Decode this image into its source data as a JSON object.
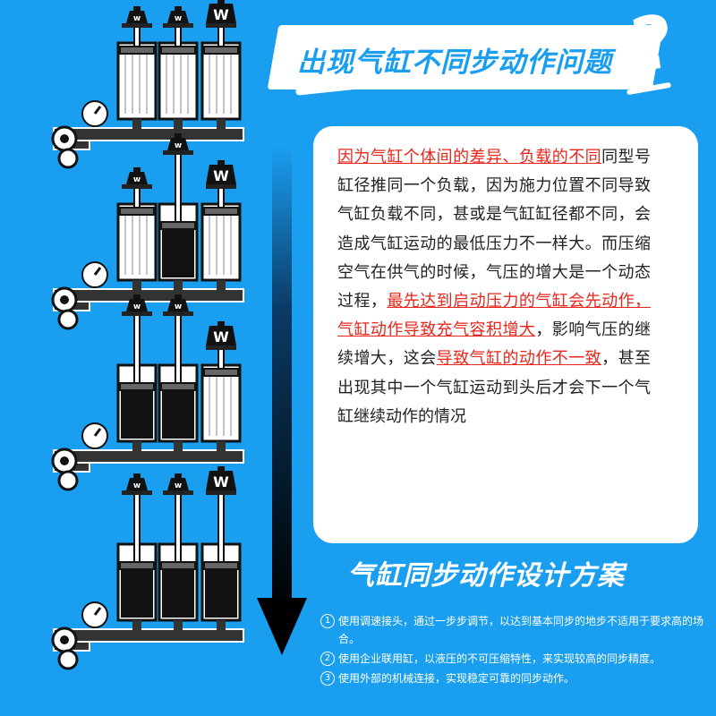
{
  "title": "出现气缸不同步动作问题",
  "question_mark": "?",
  "paragraph": {
    "segments": [
      {
        "text": "因为气缸个体间的差异、负载的不同",
        "highlight": true
      },
      {
        "text": "同型号缸径推同一个负载，因为施力位置不同导致气缸负载不同，甚或是气缸缸径都不同，会造成气缸运动的最低压力不一样大。而压缩空气在供气的时候，气压的增大是一个动态过程，",
        "highlight": false
      },
      {
        "text": "最先达到启动压力的气缸会先动作，气缸动作导致充气容积增大",
        "highlight": true
      },
      {
        "text": "，影响气压的继续增大，这会",
        "highlight": false
      },
      {
        "text": "导致气缸的动作不一致",
        "highlight": true
      },
      {
        "text": "，甚至出现其中一个气缸运动到头后才会下一个气缸继续动作的情况",
        "highlight": false
      }
    ]
  },
  "solution_title": "气缸同步动作设计方案",
  "solutions": [
    {
      "num": "1",
      "text": "使用调速接头，通过一步步调节，以达到基本同步的地步不适用于要求高的场合。"
    },
    {
      "num": "2",
      "text": "使用企业联用缸，以液压的不可压缩特性，来实现较高的同步精度。"
    },
    {
      "num": "3",
      "text": "使用外部的机械连接，实现稳定可靠的同步动作。"
    }
  ],
  "diagram": {
    "weight_labels": [
      "w",
      "w",
      "W"
    ],
    "stages": [
      {
        "rod_extension": [
          0,
          0,
          0
        ]
      },
      {
        "rod_extension": [
          0,
          1,
          0
        ]
      },
      {
        "rod_extension": [
          1,
          1,
          0
        ]
      },
      {
        "rod_extension": [
          1,
          1,
          1
        ]
      }
    ]
  },
  "colors": {
    "background": "#1a9ef0",
    "highlight": "#e8261c",
    "card": "#ffffff"
  }
}
